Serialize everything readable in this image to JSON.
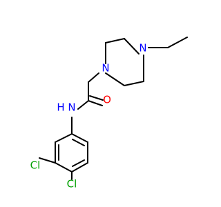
{
  "molecule": {
    "atoms": {
      "n_amine": {
        "label": "N",
        "color": "#0000ff"
      },
      "n_piperazine_left": {
        "label": "N",
        "color": "#0000ff"
      },
      "n_piperazine_right": {
        "label": "N",
        "color": "#0000ff"
      },
      "o_carbonyl": {
        "label": "O",
        "color": "#ff0000"
      },
      "h_amine": {
        "label": "H",
        "color": "#0000ff"
      },
      "cl_top": {
        "label": "Cl",
        "color": "#00a000"
      },
      "cl_bottom": {
        "label": "Cl",
        "color": "#00a000"
      }
    }
  }
}
